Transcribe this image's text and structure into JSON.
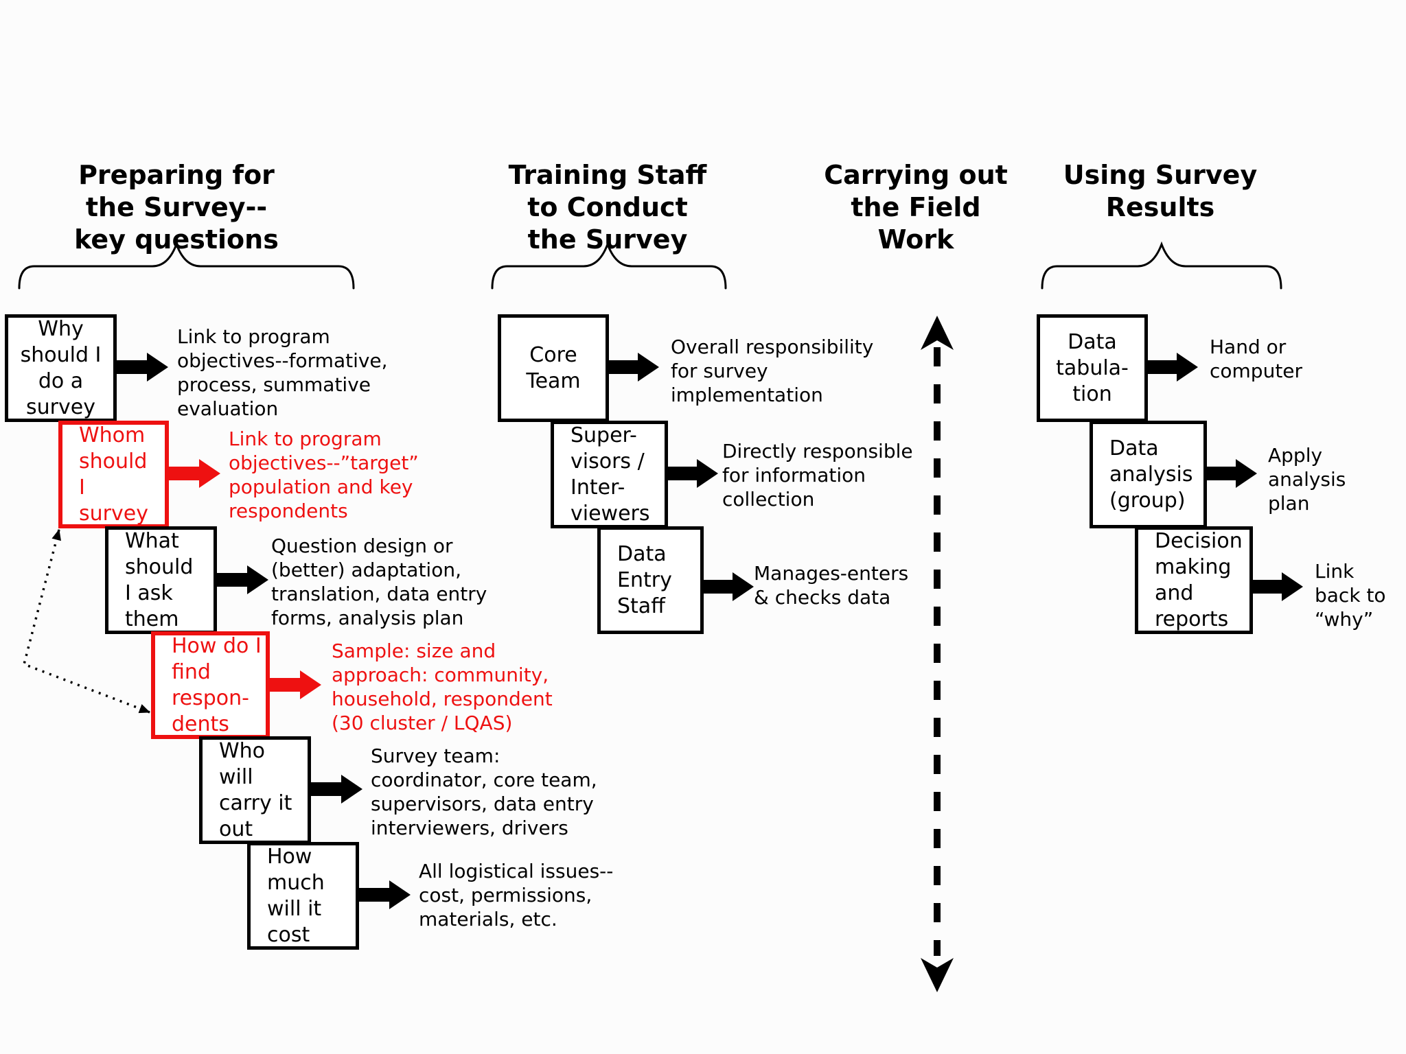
{
  "page": {
    "colors": {
      "accent_red": "#ee1111",
      "ink": "#000000",
      "background": "#fcfcfc"
    }
  },
  "titles": {
    "col1": "Preparing for\nthe Survey--\nkey questions",
    "col2": "Training Staff\nto Conduct\nthe Survey",
    "col3": "Carrying out\nthe Field\nWork",
    "col4": "Using Survey\nResults"
  },
  "col1": {
    "rows": [
      {
        "box": "Why\nshould I\ndo a\nsurvey",
        "note": "Link to program\nobjectives--formative,\nprocess, summative\nevaluation"
      },
      {
        "box": "Whom\nshould\nI\nsurvey",
        "note": "Link to program\nobjectives--”target”\npopulation and key\nrespondents"
      },
      {
        "box": "What\nshould\nI ask\nthem",
        "note": "Question design or\n(better) adaptation,\ntranslation, data entry\nforms, analysis plan"
      },
      {
        "box": "How do I\nfind\nrespon-\ndents",
        "note": "Sample: size and\napproach: community,\nhousehold, respondent\n(30 cluster / LQAS)"
      },
      {
        "box": "Who\nwill\ncarry it\nout",
        "note": "Survey team:\ncoordinator, core team,\nsupervisors, data entry\ninterviewers, drivers"
      },
      {
        "box": "How\nmuch\nwill it\ncost",
        "note": "All logistical issues--\ncost, permissions,\nmaterials, etc."
      }
    ]
  },
  "col2": {
    "rows": [
      {
        "box": "Core\nTeam",
        "note": "Overall responsibility\nfor survey\nimplementation"
      },
      {
        "box": "Super-\nvisors /\nInter-\nviewers",
        "note": "Directly responsible\nfor information\ncollection"
      },
      {
        "box": "Data\nEntry\nStaff",
        "note": "Manages-enters\n& checks data"
      }
    ]
  },
  "col4": {
    "rows": [
      {
        "box": "Data\ntabula-\ntion",
        "note": "Hand or\ncomputer"
      },
      {
        "box": "Data\nanalysis\n(group)",
        "note": "Apply\nanalysis\nplan"
      },
      {
        "box": "Decision\nmaking\nand\nreports",
        "note": "Link\nback to\n“why”"
      }
    ]
  }
}
